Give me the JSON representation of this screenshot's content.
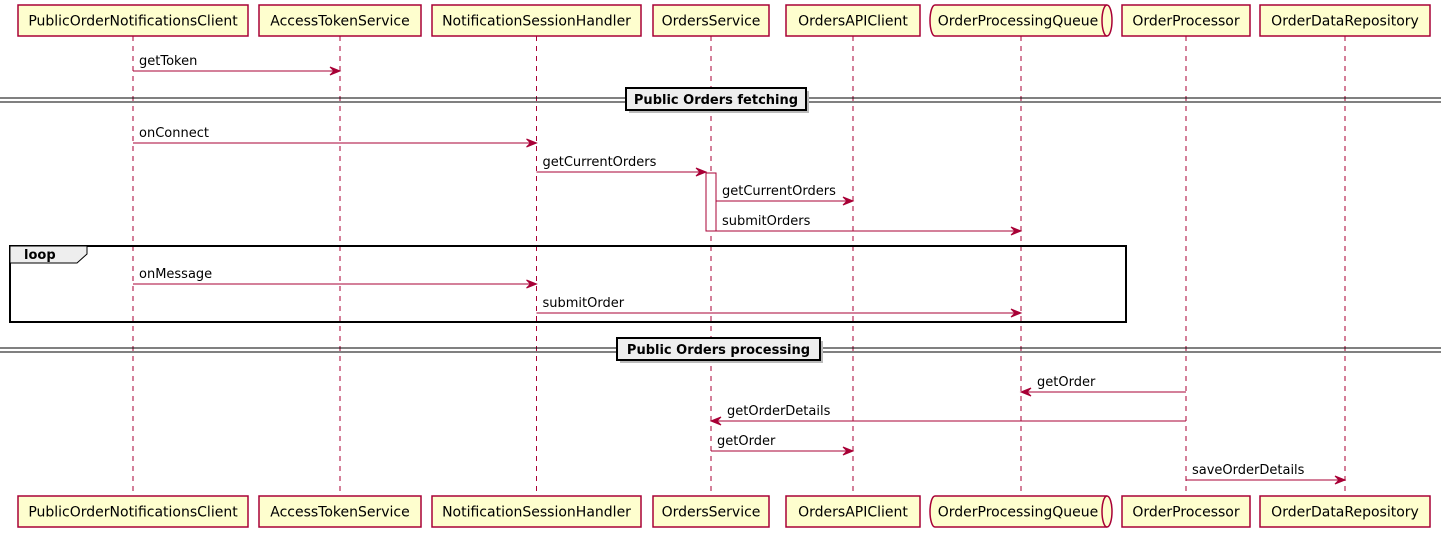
{
  "participants": [
    {
      "id": "client",
      "label": "PublicOrderNotificationsClient",
      "kind": "participant"
    },
    {
      "id": "token",
      "label": "AccessTokenService",
      "kind": "participant"
    },
    {
      "id": "session",
      "label": "NotificationSessionHandler",
      "kind": "participant"
    },
    {
      "id": "orders",
      "label": "OrdersService",
      "kind": "participant"
    },
    {
      "id": "api",
      "label": "OrdersAPIClient",
      "kind": "participant"
    },
    {
      "id": "queue",
      "label": "OrderProcessingQueue",
      "kind": "queue"
    },
    {
      "id": "processor",
      "label": "OrderProcessor",
      "kind": "participant"
    },
    {
      "id": "repo",
      "label": "OrderDataRepository",
      "kind": "participant"
    }
  ],
  "messages": [
    {
      "from": "client",
      "to": "token",
      "label": "getToken"
    },
    {
      "from": "client",
      "to": "session",
      "label": "onConnect"
    },
    {
      "from": "session",
      "to": "orders",
      "label": "getCurrentOrders"
    },
    {
      "from": "orders",
      "to": "api",
      "label": "getCurrentOrders"
    },
    {
      "from": "orders",
      "to": "queue",
      "label": "submitOrders"
    },
    {
      "from": "client",
      "to": "session",
      "label": "onMessage"
    },
    {
      "from": "session",
      "to": "queue",
      "label": "submitOrder"
    },
    {
      "from": "processor",
      "to": "queue",
      "label": "getOrder"
    },
    {
      "from": "processor",
      "to": "orders",
      "label": "getOrderDetails"
    },
    {
      "from": "orders",
      "to": "api",
      "label": "getOrder"
    },
    {
      "from": "processor",
      "to": "repo",
      "label": "saveOrderDetails"
    }
  ],
  "dividers": [
    {
      "label": "Public Orders fetching"
    },
    {
      "label": "Public Orders processing"
    }
  ],
  "loop": {
    "label": "loop"
  },
  "colors": {
    "border": "#A80036",
    "fill": "#FEFECE",
    "divider_fill": "#EEEEEE"
  }
}
